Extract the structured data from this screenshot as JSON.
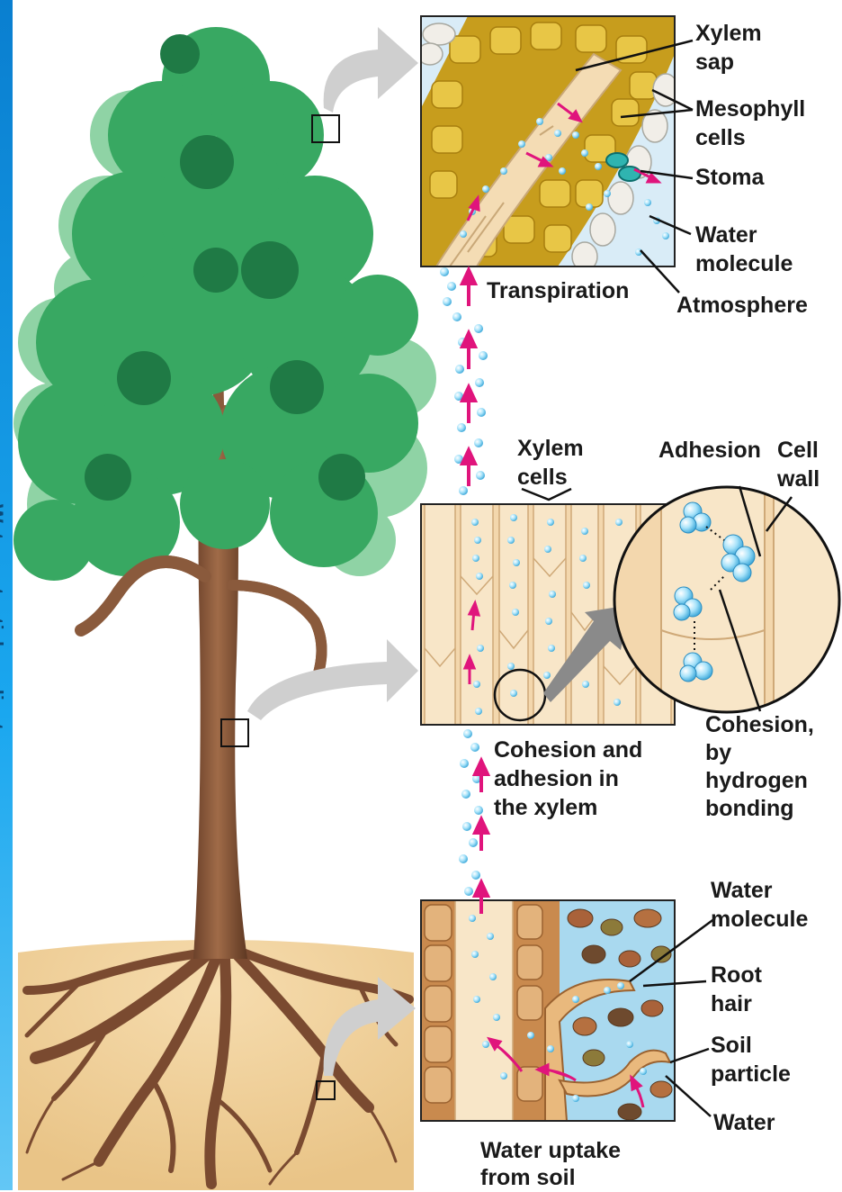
{
  "sidebar": {
    "label": "Water potential gradient"
  },
  "panels": {
    "leaf": {
      "labels": {
        "xylem_sap_1": "Xylem",
        "xylem_sap_2": "sap",
        "mesophyll_1": "Mesophyll",
        "mesophyll_2": "cells",
        "stoma": "Stoma",
        "water_molecule_1": "Water",
        "water_molecule_2": "molecule",
        "atmosphere": "Atmosphere"
      },
      "caption": "Transpiration"
    },
    "stem": {
      "labels": {
        "xylem_cells_1": "Xylem",
        "xylem_cells_2": "cells",
        "adhesion": "Adhesion",
        "cell_wall_1": "Cell",
        "cell_wall_2": "wall",
        "cohesion_1": "Cohesion,",
        "cohesion_2": "by",
        "cohesion_3": "hydrogen",
        "cohesion_4": "bonding"
      },
      "caption_1": "Cohesion and",
      "caption_2": "adhesion in",
      "caption_3": "the xylem"
    },
    "root": {
      "labels": {
        "water_molecule_1": "Water",
        "water_molecule_2": "molecule",
        "root_hair_1": "Root",
        "root_hair_2": "hair",
        "soil_particle_1": "Soil",
        "soil_particle_2": "particle",
        "water": "Water"
      },
      "caption_1": "Water uptake",
      "caption_2": "from soil"
    }
  },
  "colors": {
    "arrow_magenta": "#e0147c",
    "water_blue": "#8fd6f5",
    "foliage_green": "#2f9c5a",
    "trunk_brown": "#8a5a3c",
    "soil_tan": "#f2d2a0",
    "xylem_tan": "#f5dcb3"
  }
}
